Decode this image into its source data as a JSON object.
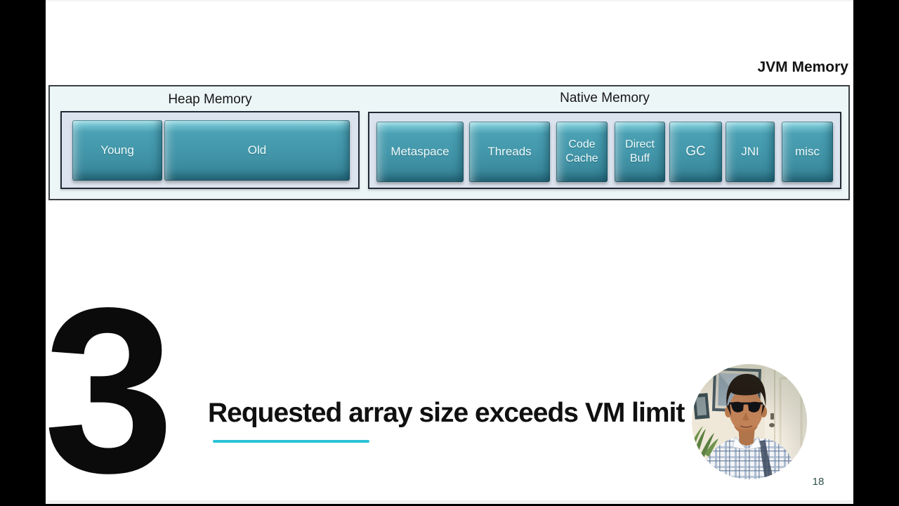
{
  "slide": {
    "title": "JVM Memory",
    "big_number": "3",
    "headline": "Requested array size exceeds VM limit",
    "page_number": "18"
  },
  "diagram": {
    "heap": {
      "label": "Heap Memory",
      "boxes": [
        {
          "label": "Young"
        },
        {
          "label": "Old"
        }
      ]
    },
    "native": {
      "label": "Native Memory",
      "boxes": [
        {
          "label": "Metaspace"
        },
        {
          "label": "Threads"
        },
        {
          "label": "Code\nCache"
        },
        {
          "label": "Direct\nBuff"
        },
        {
          "label": "GC"
        },
        {
          "label": "JNI"
        },
        {
          "label": "misc"
        }
      ]
    }
  },
  "webcam": {
    "description": "presenter-headshot"
  },
  "colors": {
    "block_teal": "#4397aa",
    "block_highlight": "#b6e9f0",
    "panel_bg": "#dbe3ee",
    "container_bg": "#edf6f7",
    "underline_cyan": "#2bc3d5",
    "letterbox": "#000000",
    "text_dark": "#101010"
  }
}
